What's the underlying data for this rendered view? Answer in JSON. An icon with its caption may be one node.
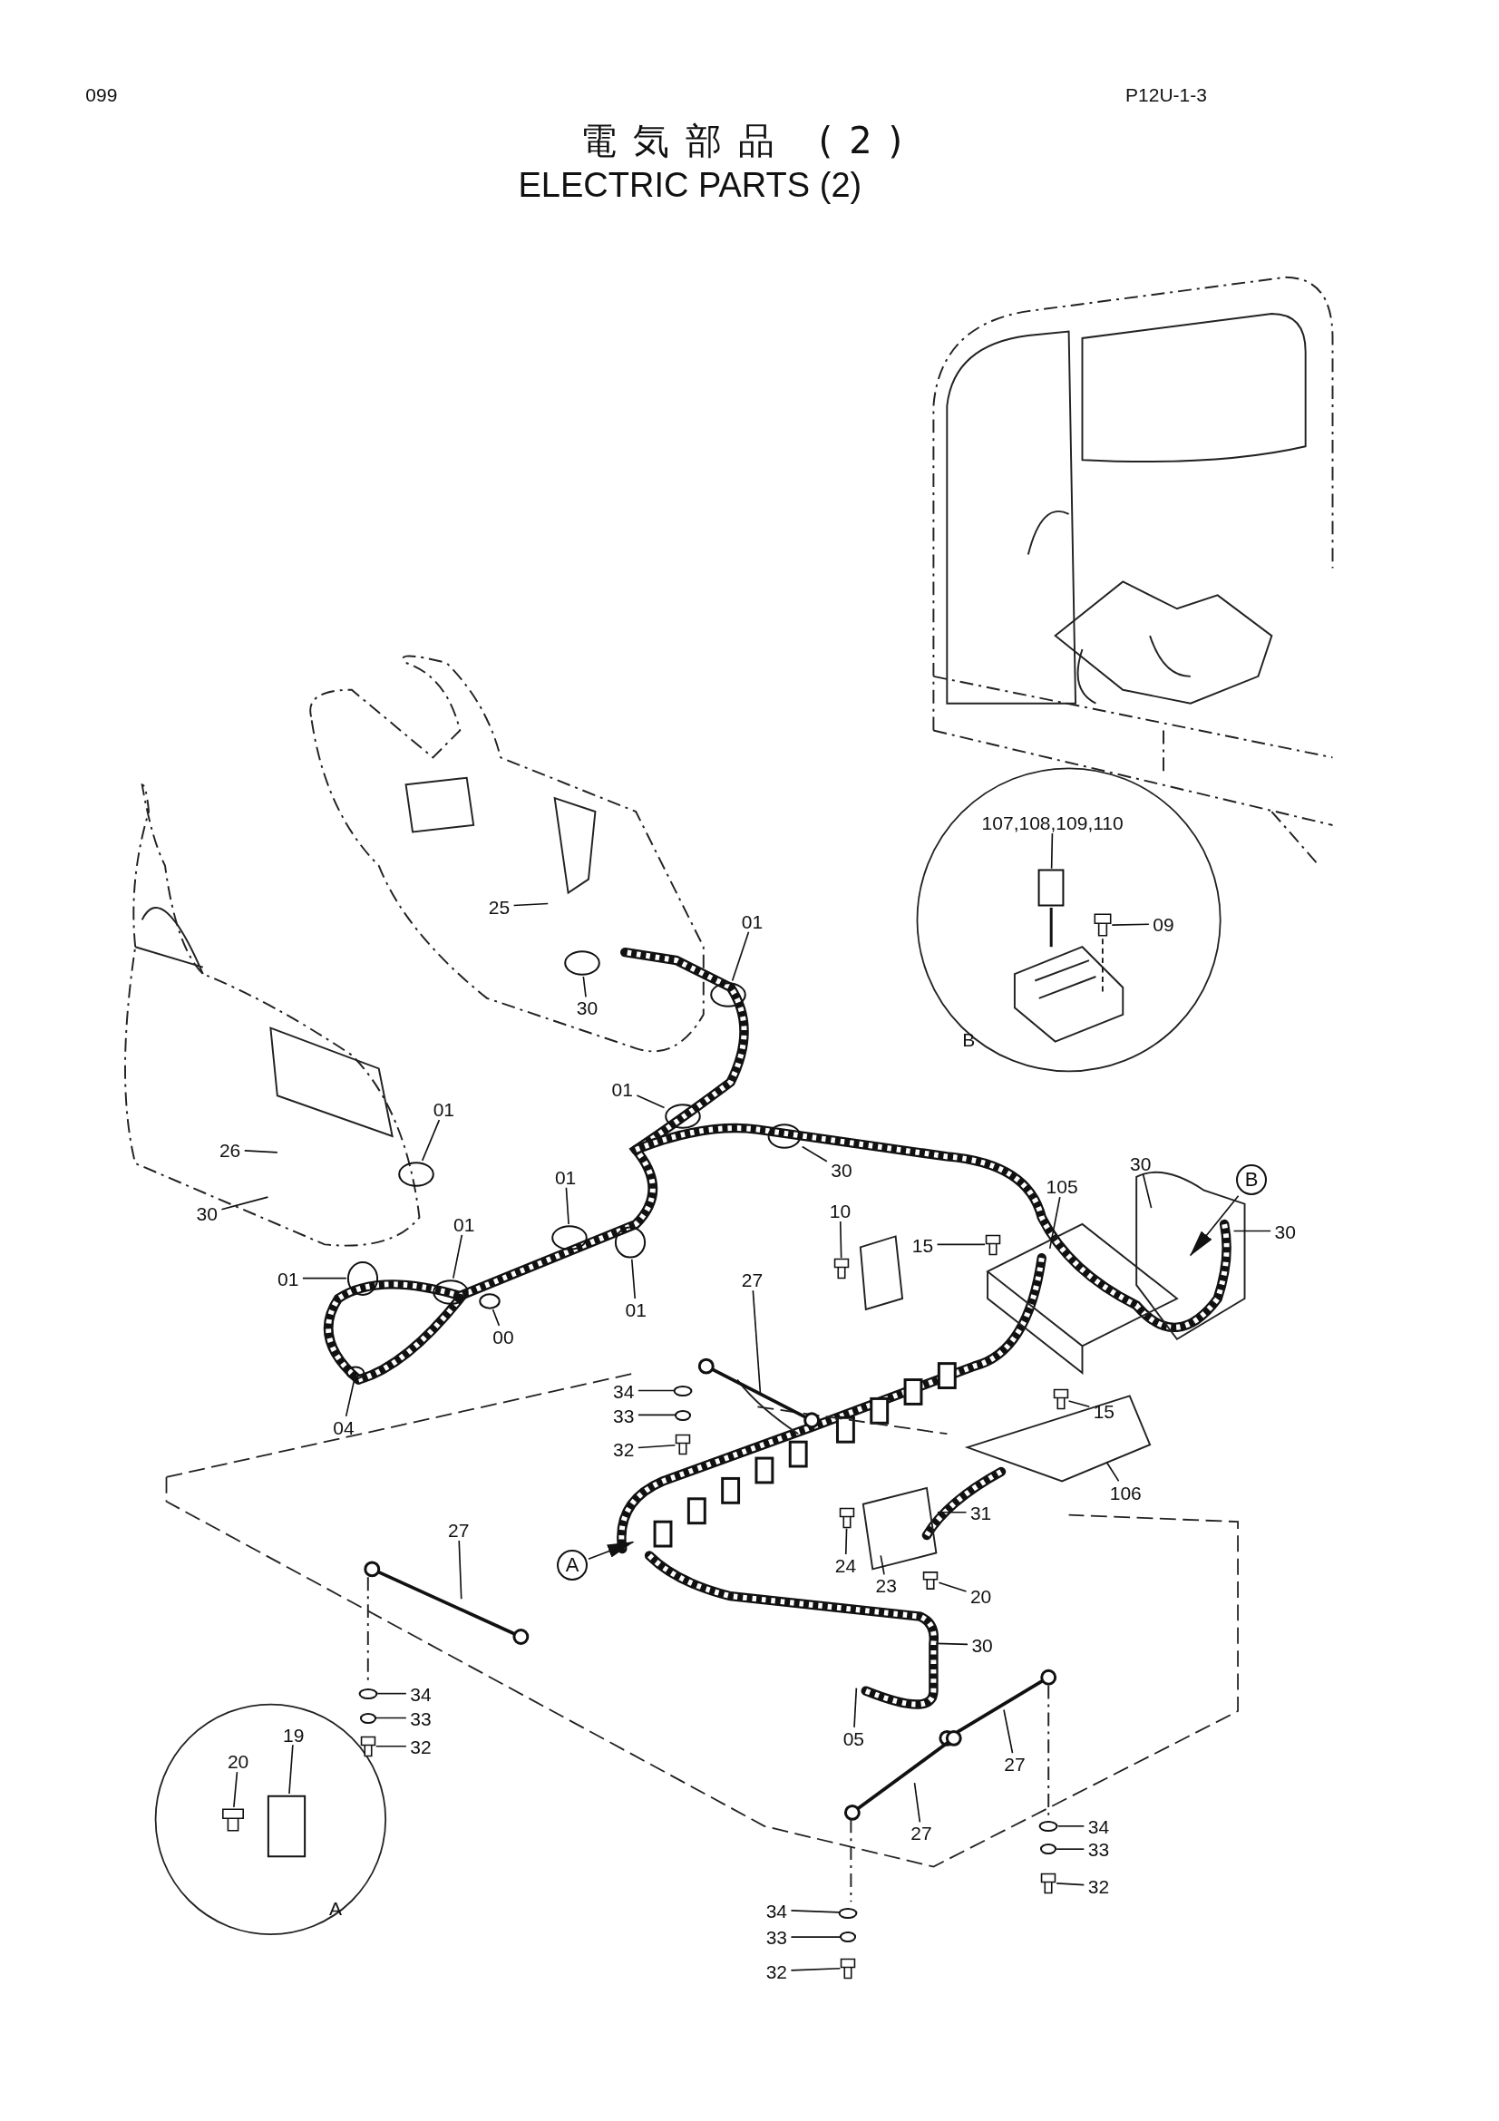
{
  "diagram": {
    "title": "電気部品 (2)",
    "nodes": [
      {
        "text": [
          "25"
        ]
      },
      {
        "text": [
          "01"
        ]
      },
      {
        "text": [
          "30"
        ]
      },
      {
        "text": [
          "01"
        ]
      },
      {
        "text": [
          "01"
        ]
      },
      {
        "text": [
          "26"
        ]
      },
      {
        "text": [
          "30"
        ]
      },
      {
        "text": [
          "01"
        ]
      },
      {
        "text": [
          "01"
        ]
      },
      {
        "text": [
          "01"
        ]
      },
      {
        "text": [
          "01"
        ]
      },
      {
        "text": [
          "00"
        ]
      },
      {
        "text": [
          "04"
        ]
      },
      {
        "text": [
          "30"
        ]
      },
      {
        "text": [
          "10"
        ]
      },
      {
        "text": [
          "15"
        ]
      },
      {
        "text": [
          "105"
        ]
      },
      {
        "text": [
          "30"
        ]
      },
      {
        "text": [
          "B"
        ]
      },
      {
        "text": [
          "30"
        ]
      },
      {
        "text": [
          "27"
        ]
      },
      {
        "text": [
          "34"
        ]
      },
      {
        "text": [
          "33"
        ]
      },
      {
        "text": [
          "32"
        ]
      },
      {
        "text": [
          "15"
        ]
      },
      {
        "text": [
          "106"
        ]
      },
      {
        "text": [
          "A"
        ]
      },
      {
        "text": [
          "31"
        ]
      },
      {
        "text": [
          "24"
        ]
      },
      {
        "text": [
          "23"
        ]
      },
      {
        "text": [
          "20"
        ]
      },
      {
        "text": [
          "30"
        ]
      },
      {
        "text": [
          "27"
        ]
      },
      {
        "text": [
          "05"
        ]
      },
      {
        "text": [
          "34"
        ]
      },
      {
        "text": [
          "33"
        ]
      },
      {
        "text": [
          "32"
        ]
      },
      {
        "text": [
          "27"
        ]
      },
      {
        "text": [
          "27"
        ]
      },
      {
        "text": [
          "34"
        ]
      },
      {
        "text": [
          "33"
        ]
      },
      {
        "text": [
          "32"
        ]
      },
      {
        "text": [
          "34"
        ]
      },
      {
        "text": [
          "33"
        ]
      },
      {
        "text": [
          "32"
        ]
      },
      {
        "text": [
          "107,108,109,110"
        ]
      },
      {
        "text": [
          "09"
        ]
      },
      {
        "text": [
          "20"
        ]
      },
      {
        "text": [
          "19"
        ]
      },
      {
        "text": [],
        "shape": "ring"
      },
      {
        "text": [],
        "shape": "ring"
      },
      {
        "text": [],
        "shape": "ring"
      },
      {
        "text": [],
        "shape": "ring"
      },
      {
        "text": [],
        "shape": "ring"
      },
      {
        "text": [],
        "shape": "ring"
      },
      {
        "text": [],
        "shape": "ring"
      },
      {
        "text": [],
        "shape": "ring"
      },
      {
        "text": [],
        "shape": "ring"
      },
      {
        "text": [],
        "shape": "ring"
      },
      {
        "text": [],
        "shape": "ring"
      },
      {
        "text": [],
        "shape": "bolt"
      },
      {
        "text": [],
        "shape": "bolt"
      },
      {
        "text": [],
        "shape": "ring"
      },
      {
        "text": [],
        "shape": "ring"
      },
      {
        "text": [],
        "shape": "bolt"
      },
      {
        "text": [],
        "shape": "bolt"
      },
      {
        "text": [],
        "shape": "bolt"
      },
      {
        "text": [],
        "shape": "bolt"
      },
      {
        "text": [],
        "shape": "ring"
      },
      {
        "text": [],
        "shape": "ring"
      },
      {
        "text": [],
        "shape": "bolt"
      },
      {
        "text": [],
        "shape": "ring"
      },
      {
        "text": [],
        "shape": "ring"
      },
      {
        "text": [],
        "shape": "bolt"
      },
      {
        "text": [],
        "shape": "ring"
      },
      {
        "text": [],
        "shape": "ring"
      },
      {
        "text": [],
        "shape": "bolt"
      },
      {
        "text": [],
        "shape": "box"
      },
      {
        "text": [],
        "shape": "bolt"
      },
      {
        "text": [],
        "shape": "bolt"
      },
      {
        "text": [],
        "shape": "box"
      }
    ],
    "edges": [
      {
        "from": 0,
        "to": null,
        "arrow": "none"
      },
      {
        "from": 1,
        "to": 49,
        "arrow": "none"
      },
      {
        "from": 2,
        "to": 50,
        "arrow": "none"
      },
      {
        "from": 3,
        "to": 51,
        "arrow": "none"
      },
      {
        "from": 4,
        "to": 52,
        "arrow": "none"
      },
      {
        "from": 5,
        "to": null,
        "arrow": "none"
      },
      {
        "from": 6,
        "to": null,
        "arrow": "none"
      },
      {
        "from": 7,
        "to": 53,
        "arrow": "none"
      },
      {
        "from": 8,
        "to": 54,
        "arrow": "none"
      },
      {
        "from": 9,
        "to": 55,
        "arrow": "none"
      },
      {
        "from": 10,
        "to": 56,
        "arrow": "none"
      },
      {
        "from": 11,
        "to": 57,
        "arrow": "none"
      },
      {
        "from": 12,
        "to": 58,
        "arrow": "none"
      },
      {
        "from": 13,
        "to": 59,
        "arrow": "none"
      },
      {
        "from": 14,
        "to": 60,
        "arrow": "none"
      },
      {
        "from": 15,
        "to": 61,
        "arrow": "none"
      },
      {
        "from": 16,
        "to": null,
        "arrow": "none"
      },
      {
        "from": 17,
        "to": null,
        "arrow": "none"
      },
      {
        "from": 18,
        "to": null,
        "arrow": "to"
      },
      {
        "from": 19,
        "to": null,
        "arrow": "none"
      },
      {
        "from": 20,
        "to": null,
        "arrow": "none"
      },
      {
        "from": 21,
        "to": 62,
        "arrow": "none"
      },
      {
        "from": 22,
        "to": 63,
        "arrow": "none"
      },
      {
        "from": 23,
        "to": 64,
        "arrow": "none"
      },
      {
        "from": 24,
        "to": 65,
        "arrow": "none"
      },
      {
        "from": 25,
        "to": null,
        "arrow": "none"
      },
      {
        "from": 26,
        "to": null,
        "arrow": "to"
      },
      {
        "from": 27,
        "to": null,
        "arrow": "none"
      },
      {
        "from": 28,
        "to": 66,
        "arrow": "none"
      },
      {
        "from": 29,
        "to": null,
        "arrow": "none"
      },
      {
        "from": 30,
        "to": 67,
        "arrow": "none"
      },
      {
        "from": 31,
        "to": null,
        "arrow": "none"
      },
      {
        "from": 32,
        "to": null,
        "arrow": "none"
      },
      {
        "from": 33,
        "to": null,
        "arrow": "none"
      },
      {
        "from": 34,
        "to": 68,
        "arrow": "none"
      },
      {
        "from": 35,
        "to": 69,
        "arrow": "none"
      },
      {
        "from": 36,
        "to": 70,
        "arrow": "none"
      },
      {
        "from": 37,
        "to": null,
        "arrow": "none"
      },
      {
        "from": 38,
        "to": null,
        "arrow": "none"
      },
      {
        "from": 39,
        "to": 71,
        "arrow": "none"
      },
      {
        "from": 40,
        "to": 72,
        "arrow": "none"
      },
      {
        "from": 41,
        "to": 73,
        "arrow": "none"
      },
      {
        "from": 42,
        "to": 74,
        "arrow": "none"
      },
      {
        "from": 43,
        "to": 75,
        "arrow": "none"
      },
      {
        "from": 44,
        "to": 76,
        "arrow": "none"
      },
      {
        "from": 45,
        "to": 77,
        "arrow": "none"
      },
      {
        "from": 46,
        "to": 78,
        "arrow": "none"
      },
      {
        "from": 47,
        "to": 79,
        "arrow": "none"
      },
      {
        "from": 48,
        "to": 80,
        "arrow": "none"
      }
    ],
    "labels": [
      "099",
      "P12U-1-3",
      "ELECTRIC PARTS (2)",
      "B",
      "A"
    ]
  }
}
